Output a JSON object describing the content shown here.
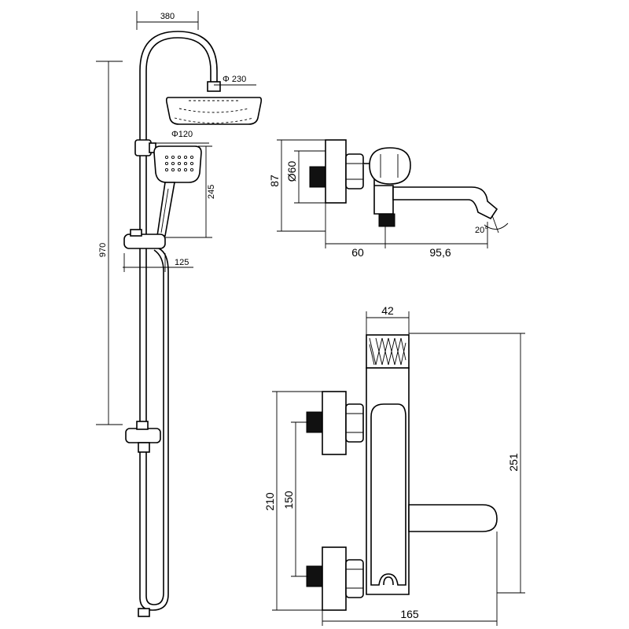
{
  "dimensions": {
    "rail_width": "380",
    "head_diameter": "Φ 230",
    "hand_diameter": "Φ120",
    "hand_to_holder": "245",
    "total_height": "970",
    "holder_offset": "125",
    "side_height": "87",
    "side_nut_diameter": "Ø60",
    "side_depth": "60",
    "spout_length": "95,6",
    "spout_angle": "20°",
    "body_width": "42",
    "body_height": "251",
    "outer_height": "210",
    "inlet_spacing": "150",
    "total_width": "165"
  },
  "colors": {
    "line": "#000000",
    "background": "#ffffff"
  }
}
